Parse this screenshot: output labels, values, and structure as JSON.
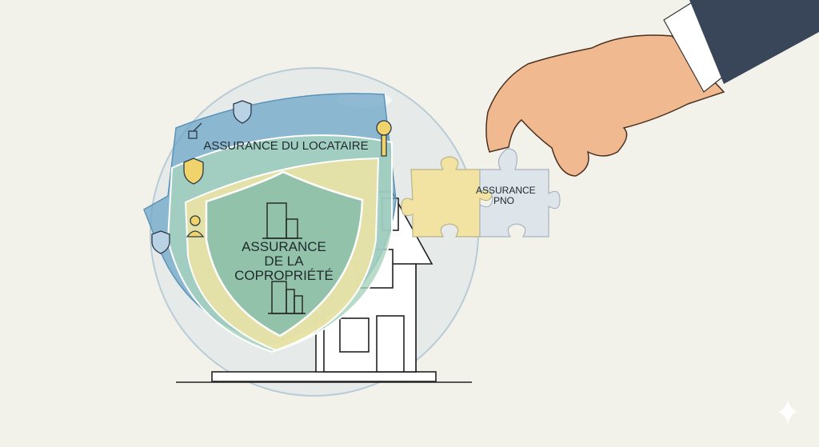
{
  "labels": {
    "tenant_insurance": "ASSURANCE DU LOCATAIRE",
    "condo_insurance": "ASSURANCE DE LA COPROPRIÉTÉ",
    "pno_insurance": "ASSURANCE PNO"
  },
  "colors": {
    "background": "#f2f2ea",
    "blue_shield": "#7fb0cf",
    "green_shield": "#a9d3bd",
    "yellow_shield": "#eee3a0",
    "teal_shield": "#7fbcae",
    "puzzle_yellow": "#f2e4a6",
    "puzzle_blue": "#dbe3ea",
    "skin": "#f0b98f",
    "sleeve": "#3a4656"
  }
}
